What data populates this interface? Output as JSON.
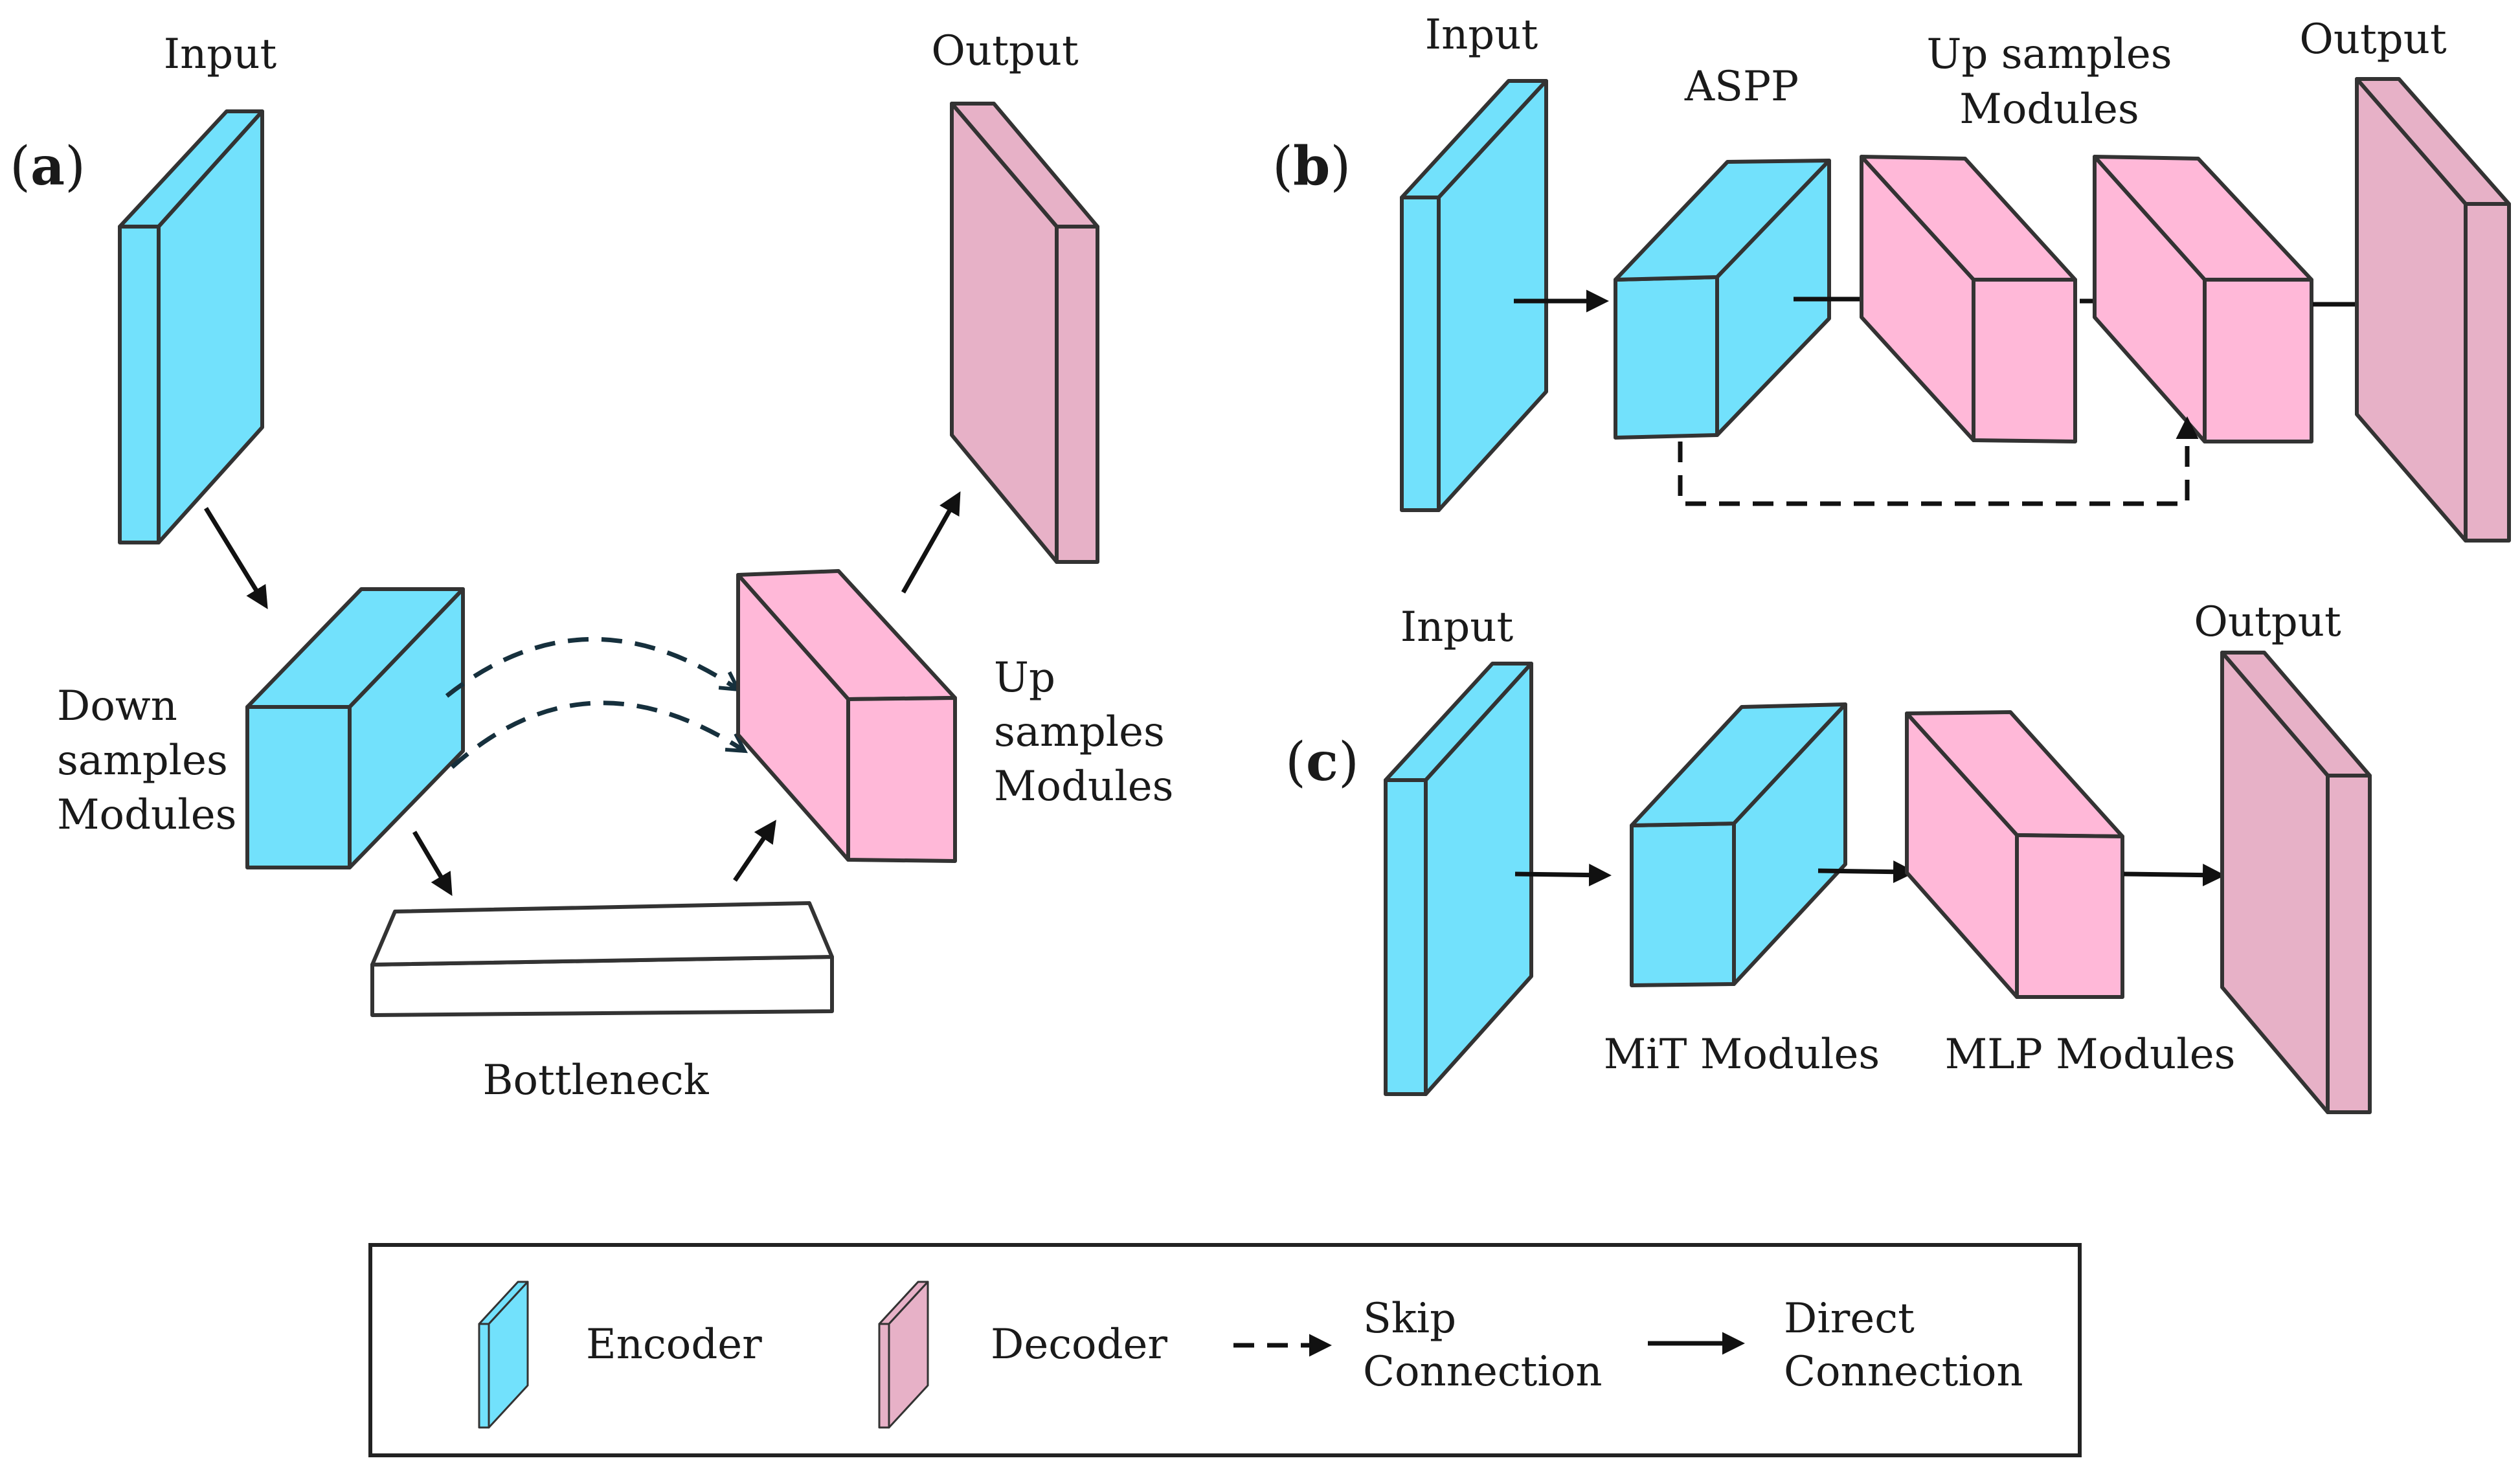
{
  "colors": {
    "encoder_front": "#72e1fc",
    "encoder_side": "#72e1fc",
    "decoder_front": "#ffb8d8",
    "decoder_plate": "#e7b1c7",
    "bottleneck": "#ffffff",
    "outline": "#333333"
  },
  "panel_a": {
    "label_open": "(",
    "label_letter": "a",
    "label_close": ")",
    "input_label": "Input",
    "output_label": "Output",
    "down_label_1": "Down",
    "down_label_2": "samples",
    "down_label_3": "Modules",
    "up_label_1": "Up",
    "up_label_2": "samples",
    "up_label_3": "Modules",
    "bottleneck_label": "Bottleneck"
  },
  "panel_b": {
    "label_open": "(",
    "label_letter": "b",
    "label_close": ")",
    "input_label": "Input",
    "aspp_label": "ASPP",
    "up_label_1": "Up samples",
    "up_label_2": "Modules",
    "output_label": "Output"
  },
  "panel_c": {
    "label_open": "(",
    "label_letter": "c",
    "label_close": ")",
    "input_label": "Input",
    "output_label": "Output",
    "mit_label": "MiT Modules",
    "mlp_label": "MLP Modules"
  },
  "legend": {
    "encoder_label": "Encoder",
    "decoder_label": "Decoder",
    "skip_label_1": "Skip",
    "skip_label_2": "Connection",
    "direct_label_1": "Direct",
    "direct_label_2": "Connection"
  }
}
